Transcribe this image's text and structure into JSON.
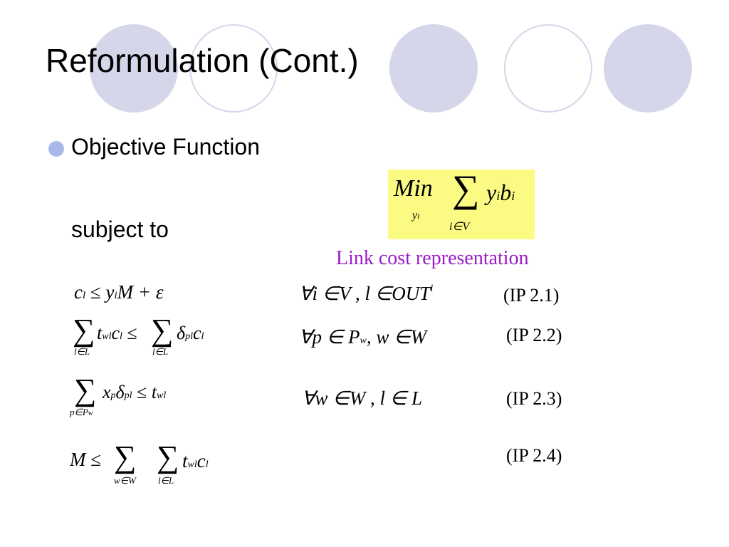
{
  "title": "Reformulation (Cont.)",
  "bullet": "Objective Function",
  "subject_to": "subject to",
  "objective": {
    "min": "Min",
    "min_sub": "y",
    "min_sub_index": "i",
    "sum_sub": "i∈V",
    "term_y": "y",
    "term_y_sub": "i",
    "term_b": "b",
    "term_b_sub": "i"
  },
  "link_note": "Link cost representation",
  "constraints": [
    {
      "lhs": "c",
      "lhs_sub": "l",
      "rel": "≤",
      "rhs": "y",
      "rhs_sub": "i",
      "rhs_rest": "M + ε",
      "quantifier": "∀i ∈V , l ∈OUT",
      "quantifier_sup": "i",
      "label": "(IP 2.1)"
    },
    {
      "sum1_sub": "l∈L",
      "term1": "t",
      "term1_sub": "wl",
      "term1b": "c",
      "term1b_sub": "l",
      "rel": "≤",
      "sum2_sub": "l∈L",
      "term2": "δ",
      "term2_sub": "pl",
      "term2b": "c",
      "term2b_sub": "l",
      "quantifier": "∀p ∈ P",
      "quantifier_sub": "w",
      "quantifier_rest": ", w ∈W",
      "label": "(IP 2.2)"
    },
    {
      "sum_sub": "p∈P",
      "sum_sub_sub": "w",
      "term": "x",
      "term_sub": "p",
      "term2": "δ",
      "term2_sub": "pl",
      "rel": "≤",
      "rhs": "t",
      "rhs_sub": "wl",
      "quantifier": "∀w ∈W , l ∈ L",
      "label": "(IP 2.3)"
    },
    {
      "lhs": "M",
      "rel": "≤",
      "sum1_sub": "w∈W",
      "sum2_sub": "l∈L",
      "term": "t",
      "term_sub": "wl",
      "term2": "c",
      "term2_sub": "l",
      "label": "(IP 2.4)"
    }
  ]
}
